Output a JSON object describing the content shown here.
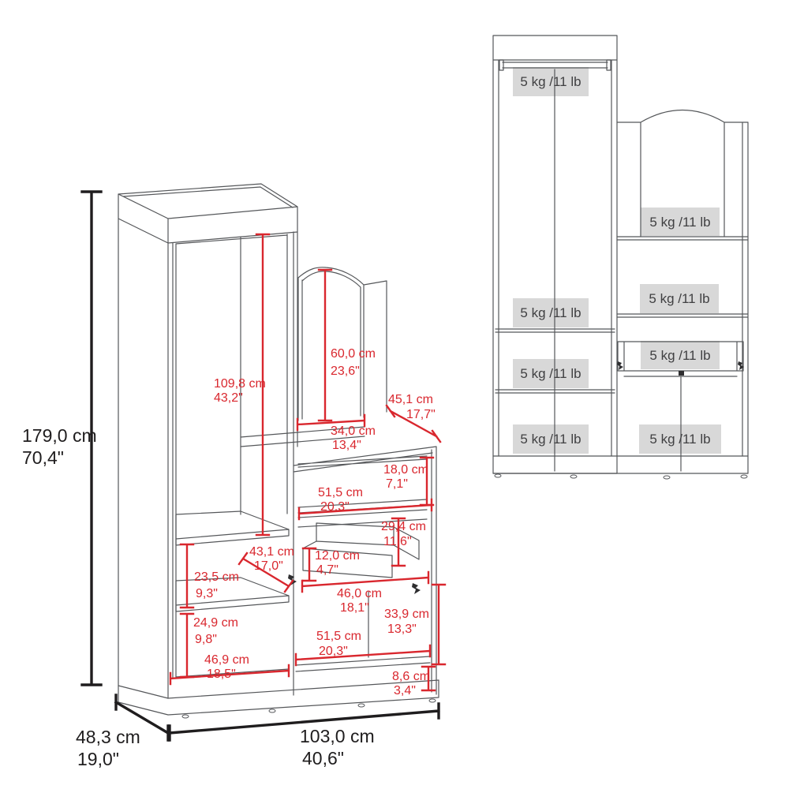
{
  "colors": {
    "dimension_red": "#d9272e",
    "dimension_black": "#1f1d1e",
    "furniture_line_gray": "#55575a",
    "capacity_label_bg": "#d8d8d8",
    "capacity_label_text": "#404042"
  },
  "left_view": {
    "overall": {
      "height": {
        "cm": "179,0 cm",
        "in": "70,4\""
      },
      "depth": {
        "cm": "48,3 cm",
        "in": "19,0\""
      },
      "width": {
        "cm": "103,0 cm",
        "in": "40,6\""
      }
    },
    "details": {
      "hanging_height": {
        "cm": "109,8 cm",
        "in": "43,2\""
      },
      "mirror_height": {
        "cm": "60,0 cm",
        "in": "23,6\""
      },
      "top_depth": {
        "cm": "45,1 cm",
        "in": "17,7\""
      },
      "mirror_width": {
        "cm": "34,0 cm",
        "in": "13,4\""
      },
      "upper_shelf_height": {
        "cm": "18,0 cm",
        "in": "7,1\""
      },
      "upper_shelf_width": {
        "cm": "51,5 cm",
        "in": "20,3\""
      },
      "shelf_depth": {
        "cm": "43,1 cm",
        "in": "17,0\""
      },
      "drawer_box_height": {
        "cm": "29,4 cm",
        "in": "11,6\""
      },
      "drawer_front_height": {
        "cm": "12,0 cm",
        "in": "4,7\""
      },
      "upper_gap_height": {
        "cm": "23,5 cm",
        "in": "9,3\""
      },
      "drawer_width": {
        "cm": "46,0 cm",
        "in": "18,1\""
      },
      "lower_gap_height": {
        "cm": "24,9 cm",
        "in": "9,8\""
      },
      "lower_section_height": {
        "cm": "33,9 cm",
        "in": "13,3\""
      },
      "lower_shelf_width": {
        "cm": "51,5 cm",
        "in": "20,3\""
      },
      "interior_width": {
        "cm": "46,9 cm",
        "in": "18,5\""
      },
      "base_height": {
        "cm": "8,6 cm",
        "in": "3,4\""
      }
    }
  },
  "right_view": {
    "capacity_labels": [
      "5 kg /11 lb",
      "5 kg /11 lb",
      "5 kg /11 lb",
      "5 kg /11 lb",
      "5 kg /11 lb",
      "5 kg /11 lb",
      "5 kg /11 lb",
      "5 kg /11 lb"
    ]
  }
}
